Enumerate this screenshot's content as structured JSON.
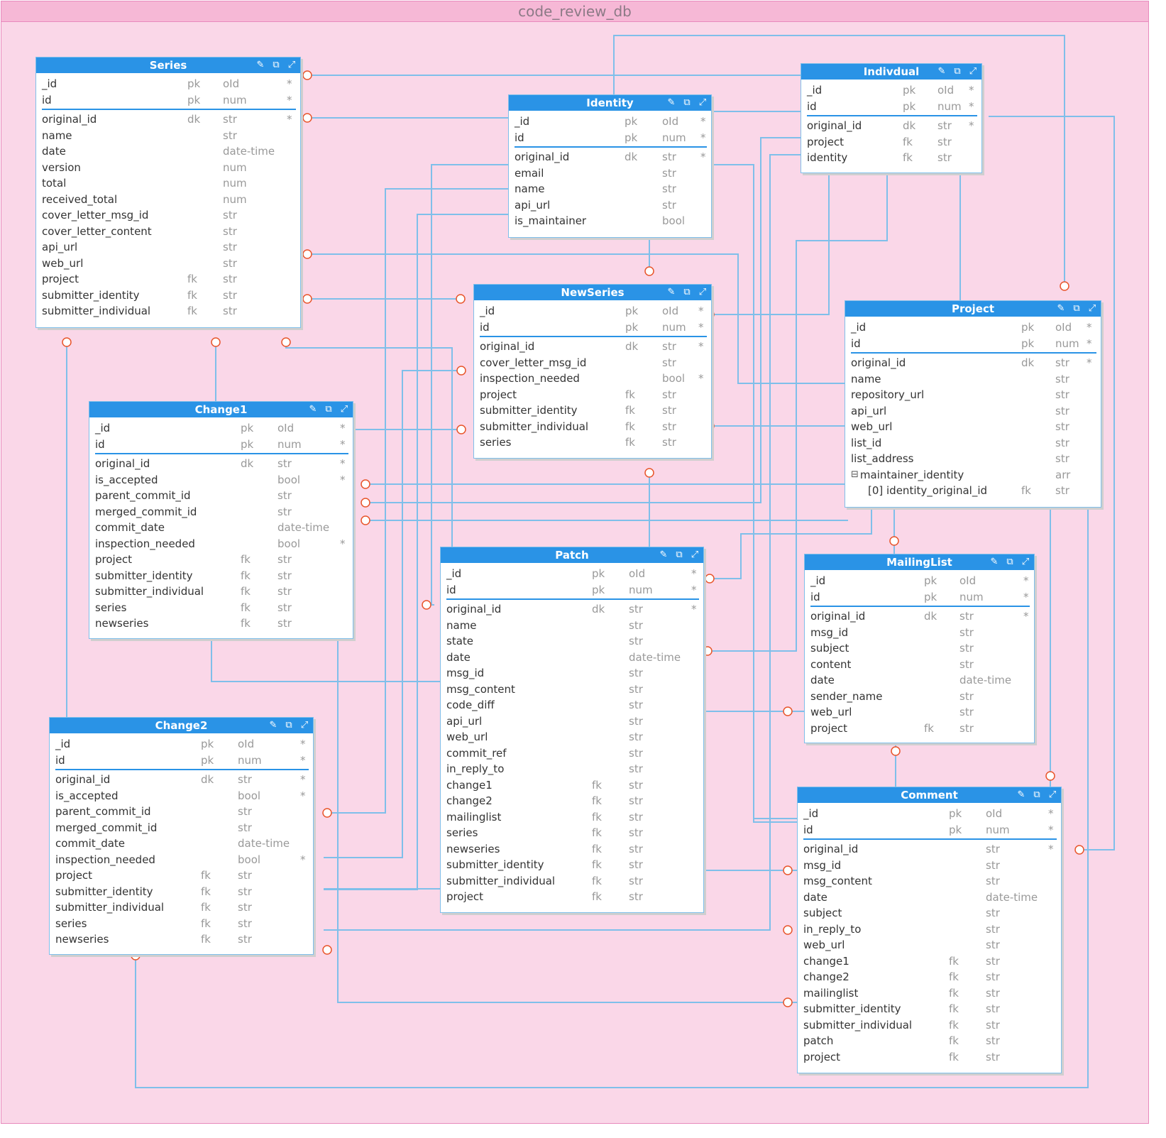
{
  "database": {
    "title": "code_review_db"
  },
  "entities": {
    "series": {
      "title": "Series",
      "pk_fields": [
        {
          "name": "_id",
          "key": "pk",
          "type": "oId",
          "req": "*"
        },
        {
          "name": "id",
          "key": "pk",
          "type": "num",
          "req": "*"
        }
      ],
      "fields": [
        {
          "name": "original_id",
          "key": "dk",
          "type": "str",
          "req": "*"
        },
        {
          "name": "name",
          "key": "",
          "type": "str",
          "req": ""
        },
        {
          "name": "date",
          "key": "",
          "type": "date-time",
          "req": ""
        },
        {
          "name": "version",
          "key": "",
          "type": "num",
          "req": ""
        },
        {
          "name": "total",
          "key": "",
          "type": "num",
          "req": ""
        },
        {
          "name": "received_total",
          "key": "",
          "type": "num",
          "req": ""
        },
        {
          "name": "cover_letter_msg_id",
          "key": "",
          "type": "str",
          "req": ""
        },
        {
          "name": "cover_letter_content",
          "key": "",
          "type": "str",
          "req": ""
        },
        {
          "name": "api_url",
          "key": "",
          "type": "str",
          "req": ""
        },
        {
          "name": "web_url",
          "key": "",
          "type": "str",
          "req": ""
        },
        {
          "name": "project",
          "key": "fk",
          "type": "str",
          "req": ""
        },
        {
          "name": "submitter_identity",
          "key": "fk",
          "type": "str",
          "req": ""
        },
        {
          "name": "submitter_individual",
          "key": "fk",
          "type": "str",
          "req": ""
        }
      ]
    },
    "identity": {
      "title": "Identity",
      "pk_fields": [
        {
          "name": "_id",
          "key": "pk",
          "type": "oId",
          "req": "*"
        },
        {
          "name": "id",
          "key": "pk",
          "type": "num",
          "req": "*"
        }
      ],
      "fields": [
        {
          "name": "original_id",
          "key": "dk",
          "type": "str",
          "req": "*"
        },
        {
          "name": "email",
          "key": "",
          "type": "str",
          "req": ""
        },
        {
          "name": "name",
          "key": "",
          "type": "str",
          "req": ""
        },
        {
          "name": "api_url",
          "key": "",
          "type": "str",
          "req": ""
        },
        {
          "name": "is_maintainer",
          "key": "",
          "type": "bool",
          "req": ""
        }
      ]
    },
    "individual": {
      "title": "Indivdual",
      "pk_fields": [
        {
          "name": "_id",
          "key": "pk",
          "type": "oId",
          "req": "*"
        },
        {
          "name": "id",
          "key": "pk",
          "type": "num",
          "req": "*"
        }
      ],
      "fields": [
        {
          "name": "original_id",
          "key": "dk",
          "type": "str",
          "req": "*"
        },
        {
          "name": "project",
          "key": "fk",
          "type": "str",
          "req": ""
        },
        {
          "name": "identity",
          "key": "fk",
          "type": "str",
          "req": ""
        }
      ]
    },
    "newseries": {
      "title": "NewSeries",
      "pk_fields": [
        {
          "name": "_id",
          "key": "pk",
          "type": "oId",
          "req": "*"
        },
        {
          "name": "id",
          "key": "pk",
          "type": "num",
          "req": "*"
        }
      ],
      "fields": [
        {
          "name": "original_id",
          "key": "dk",
          "type": "str",
          "req": "*"
        },
        {
          "name": "cover_letter_msg_id",
          "key": "",
          "type": "str",
          "req": ""
        },
        {
          "name": "inspection_needed",
          "key": "",
          "type": "bool",
          "req": "*"
        },
        {
          "name": "project",
          "key": "fk",
          "type": "str",
          "req": ""
        },
        {
          "name": "submitter_identity",
          "key": "fk",
          "type": "str",
          "req": ""
        },
        {
          "name": "submitter_individual",
          "key": "fk",
          "type": "str",
          "req": ""
        },
        {
          "name": "series",
          "key": "fk",
          "type": "str",
          "req": ""
        }
      ]
    },
    "project": {
      "title": "Project",
      "pk_fields": [
        {
          "name": "_id",
          "key": "pk",
          "type": "oId",
          "req": "*"
        },
        {
          "name": "id",
          "key": "pk",
          "type": "num",
          "req": "*"
        }
      ],
      "fields": [
        {
          "name": "original_id",
          "key": "dk",
          "type": "str",
          "req": "*"
        },
        {
          "name": "name",
          "key": "",
          "type": "str",
          "req": ""
        },
        {
          "name": "repository_url",
          "key": "",
          "type": "str",
          "req": ""
        },
        {
          "name": "api_url",
          "key": "",
          "type": "str",
          "req": ""
        },
        {
          "name": "web_url",
          "key": "",
          "type": "str",
          "req": ""
        },
        {
          "name": "list_id",
          "key": "",
          "type": "str",
          "req": ""
        },
        {
          "name": "list_address",
          "key": "",
          "type": "str",
          "req": ""
        },
        {
          "name": "maintainer_identity",
          "key": "",
          "type": "arr",
          "req": "",
          "collapse": "⊟"
        },
        {
          "name": "[0] identity_original_id",
          "key": "fk",
          "type": "str",
          "req": "",
          "indent": true
        }
      ]
    },
    "change1": {
      "title": "Change1",
      "pk_fields": [
        {
          "name": "_id",
          "key": "pk",
          "type": "oId",
          "req": "*"
        },
        {
          "name": "id",
          "key": "pk",
          "type": "num",
          "req": "*"
        }
      ],
      "fields": [
        {
          "name": "original_id",
          "key": "dk",
          "type": "str",
          "req": "*"
        },
        {
          "name": "is_accepted",
          "key": "",
          "type": "bool",
          "req": "*"
        },
        {
          "name": "parent_commit_id",
          "key": "",
          "type": "str",
          "req": ""
        },
        {
          "name": "merged_commit_id",
          "key": "",
          "type": "str",
          "req": ""
        },
        {
          "name": "commit_date",
          "key": "",
          "type": "date-time",
          "req": ""
        },
        {
          "name": "inspection_needed",
          "key": "",
          "type": "bool",
          "req": "*"
        },
        {
          "name": "project",
          "key": "fk",
          "type": "str",
          "req": ""
        },
        {
          "name": "submitter_identity",
          "key": "fk",
          "type": "str",
          "req": ""
        },
        {
          "name": "submitter_individual",
          "key": "fk",
          "type": "str",
          "req": ""
        },
        {
          "name": "series",
          "key": "fk",
          "type": "str",
          "req": ""
        },
        {
          "name": "newseries",
          "key": "fk",
          "type": "str",
          "req": ""
        }
      ]
    },
    "patch": {
      "title": "Patch",
      "pk_fields": [
        {
          "name": "_id",
          "key": "pk",
          "type": "oId",
          "req": "*"
        },
        {
          "name": "id",
          "key": "pk",
          "type": "num",
          "req": "*"
        }
      ],
      "fields": [
        {
          "name": "original_id",
          "key": "dk",
          "type": "str",
          "req": "*"
        },
        {
          "name": "name",
          "key": "",
          "type": "str",
          "req": ""
        },
        {
          "name": "state",
          "key": "",
          "type": "str",
          "req": ""
        },
        {
          "name": "date",
          "key": "",
          "type": "date-time",
          "req": ""
        },
        {
          "name": "msg_id",
          "key": "",
          "type": "str",
          "req": ""
        },
        {
          "name": "msg_content",
          "key": "",
          "type": "str",
          "req": ""
        },
        {
          "name": "code_diff",
          "key": "",
          "type": "str",
          "req": ""
        },
        {
          "name": "api_url",
          "key": "",
          "type": "str",
          "req": ""
        },
        {
          "name": "web_url",
          "key": "",
          "type": "str",
          "req": ""
        },
        {
          "name": "commit_ref",
          "key": "",
          "type": "str",
          "req": ""
        },
        {
          "name": "in_reply_to",
          "key": "",
          "type": "str",
          "req": ""
        },
        {
          "name": "change1",
          "key": "fk",
          "type": "str",
          "req": ""
        },
        {
          "name": "change2",
          "key": "fk",
          "type": "str",
          "req": ""
        },
        {
          "name": "mailinglist",
          "key": "fk",
          "type": "str",
          "req": ""
        },
        {
          "name": "series",
          "key": "fk",
          "type": "str",
          "req": ""
        },
        {
          "name": "newseries",
          "key": "fk",
          "type": "str",
          "req": ""
        },
        {
          "name": "submitter_identity",
          "key": "fk",
          "type": "str",
          "req": ""
        },
        {
          "name": "submitter_individual",
          "key": "fk",
          "type": "str",
          "req": ""
        },
        {
          "name": "project",
          "key": "fk",
          "type": "str",
          "req": ""
        }
      ]
    },
    "mailinglist": {
      "title": "MailingList",
      "pk_fields": [
        {
          "name": "_id",
          "key": "pk",
          "type": "oId",
          "req": "*"
        },
        {
          "name": "id",
          "key": "pk",
          "type": "num",
          "req": "*"
        }
      ],
      "fields": [
        {
          "name": "original_id",
          "key": "dk",
          "type": "str",
          "req": "*"
        },
        {
          "name": "msg_id",
          "key": "",
          "type": "str",
          "req": ""
        },
        {
          "name": "subject",
          "key": "",
          "type": "str",
          "req": ""
        },
        {
          "name": "content",
          "key": "",
          "type": "str",
          "req": ""
        },
        {
          "name": "date",
          "key": "",
          "type": "date-time",
          "req": ""
        },
        {
          "name": "sender_name",
          "key": "",
          "type": "str",
          "req": ""
        },
        {
          "name": "web_url",
          "key": "",
          "type": "str",
          "req": ""
        },
        {
          "name": "project",
          "key": "fk",
          "type": "str",
          "req": ""
        }
      ]
    },
    "change2": {
      "title": "Change2",
      "pk_fields": [
        {
          "name": "_id",
          "key": "pk",
          "type": "oId",
          "req": "*"
        },
        {
          "name": "id",
          "key": "pk",
          "type": "num",
          "req": "*"
        }
      ],
      "fields": [
        {
          "name": "original_id",
          "key": "dk",
          "type": "str",
          "req": "*"
        },
        {
          "name": "is_accepted",
          "key": "",
          "type": "bool",
          "req": "*"
        },
        {
          "name": "parent_commit_id",
          "key": "",
          "type": "str",
          "req": ""
        },
        {
          "name": "merged_commit_id",
          "key": "",
          "type": "str",
          "req": ""
        },
        {
          "name": "commit_date",
          "key": "",
          "type": "date-time",
          "req": ""
        },
        {
          "name": "inspection_needed",
          "key": "",
          "type": "bool",
          "req": "*"
        },
        {
          "name": "project",
          "key": "fk",
          "type": "str",
          "req": ""
        },
        {
          "name": "submitter_identity",
          "key": "fk",
          "type": "str",
          "req": ""
        },
        {
          "name": "submitter_individual",
          "key": "fk",
          "type": "str",
          "req": ""
        },
        {
          "name": "series",
          "key": "fk",
          "type": "str",
          "req": ""
        },
        {
          "name": "newseries",
          "key": "fk",
          "type": "str",
          "req": ""
        }
      ]
    },
    "comment": {
      "title": "Comment",
      "pk_fields": [
        {
          "name": "_id",
          "key": "pk",
          "type": "oId",
          "req": "*"
        },
        {
          "name": "id",
          "key": "pk",
          "type": "num",
          "req": "*"
        }
      ],
      "fields": [
        {
          "name": "original_id",
          "key": "",
          "type": "str",
          "req": "*"
        },
        {
          "name": "msg_id",
          "key": "",
          "type": "str",
          "req": ""
        },
        {
          "name": "msg_content",
          "key": "",
          "type": "str",
          "req": ""
        },
        {
          "name": "date",
          "key": "",
          "type": "date-time",
          "req": ""
        },
        {
          "name": "subject",
          "key": "",
          "type": "str",
          "req": ""
        },
        {
          "name": "in_reply_to",
          "key": "",
          "type": "str",
          "req": ""
        },
        {
          "name": "web_url",
          "key": "",
          "type": "str",
          "req": ""
        },
        {
          "name": "change1",
          "key": "fk",
          "type": "str",
          "req": ""
        },
        {
          "name": "change2",
          "key": "fk",
          "type": "str",
          "req": ""
        },
        {
          "name": "mailinglist",
          "key": "fk",
          "type": "str",
          "req": ""
        },
        {
          "name": "submitter_identity",
          "key": "fk",
          "type": "str",
          "req": ""
        },
        {
          "name": "submitter_individual",
          "key": "fk",
          "type": "str",
          "req": ""
        },
        {
          "name": "patch",
          "key": "fk",
          "type": "str",
          "req": ""
        },
        {
          "name": "project",
          "key": "fk",
          "type": "str",
          "req": ""
        }
      ]
    }
  },
  "header_icons": [
    "pin-icon",
    "open-external-icon",
    "expand-icon"
  ],
  "colors": {
    "frame_bg": "#fad7e8",
    "header_bg": "#2a93e6",
    "link": "#7fbfea",
    "many_marker": "#e8552b"
  }
}
